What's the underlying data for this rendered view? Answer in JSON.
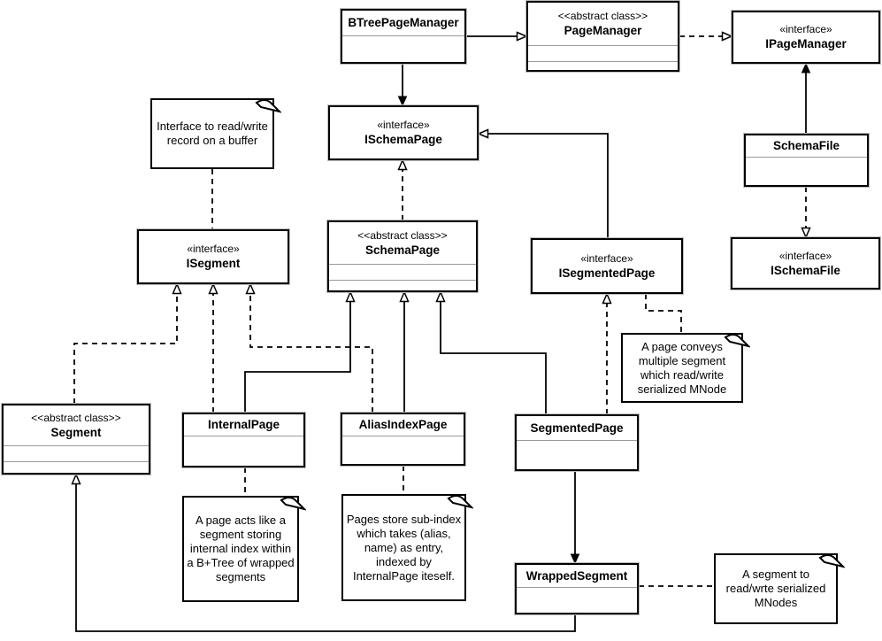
{
  "diagram": {
    "kind": "uml-class-diagram",
    "colors": {
      "line": "#000000",
      "background": "#ffffff",
      "divider": "#9b9b9b"
    },
    "nodes": {
      "btree_page_manager": {
        "name": "BTreePageManager"
      },
      "page_manager": {
        "stereotype": "<<abstract class>>",
        "name": "PageManager"
      },
      "ipage_manager": {
        "stereotype": "«interface»",
        "name": "IPageManager"
      },
      "ischema_page": {
        "stereotype": "«interface»",
        "name": "ISchemaPage"
      },
      "schema_file": {
        "name": "SchemaFile"
      },
      "isegment": {
        "stereotype": "«interface»",
        "name": "ISegment"
      },
      "schema_page": {
        "stereotype": "<<abstract class>>",
        "name": "SchemaPage"
      },
      "isegmented_page": {
        "stereotype": "«interface»",
        "name": "ISegmentedPage"
      },
      "ischema_file": {
        "stereotype": "«interface»",
        "name": "ISchemaFile"
      },
      "segment": {
        "stereotype": "<<abstract class>>",
        "name": "Segment"
      },
      "internal_page": {
        "name": "InternalPage"
      },
      "alias_index_page": {
        "name": "AliasIndexPage"
      },
      "segmented_page": {
        "name": "SegmentedPage"
      },
      "wrapped_segment": {
        "name": "WrappedSegment"
      }
    },
    "notes": {
      "buffer_note": {
        "text": "Interface to read/write record on a buffer"
      },
      "conveys_note": {
        "text": "A page conveys multiple segment which read/write serialized MNode"
      },
      "acts_note": {
        "text": "A page acts like a segment storing internal index within a B+Tree of wrapped segments"
      },
      "subindex_note": {
        "text": "Pages store sub-index which takes (alias, name) as entry,  indexed by InternalPage iteself."
      },
      "segment_note": {
        "text": "A segment to read/wrte serialized MNodes"
      }
    }
  }
}
